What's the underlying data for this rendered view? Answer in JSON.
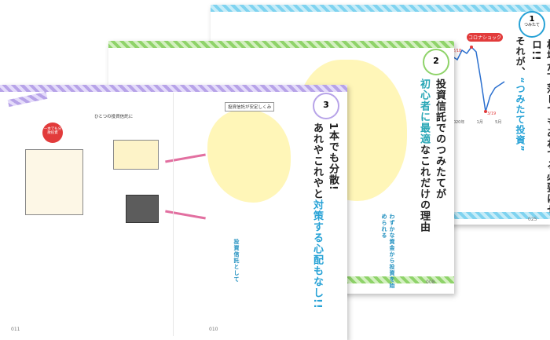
{
  "page1": {
    "number": "1",
    "badge_label": "つみたて",
    "title_line1": "相場が下落してもあわてる必要はゼロ!!",
    "title_line2_prefix": "それが、",
    "title_line2_highlight": "“つみたて投資”",
    "chart_label": "コロナショック",
    "chart_x_labels": [
      "2020年",
      "1月",
      "5月"
    ],
    "price_high": "2/18",
    "price_low": "3/19",
    "page_number": "025"
  },
  "page2": {
    "number": "2",
    "title_line1": "投資信託でのつみたてが",
    "title_line2_prefix": "初心者に",
    "title_line2_highlight": "最適",
    "title_line2_suffix": "なこれだけの理由",
    "sub_heading": "わずかな資金から投資を始められる",
    "page_number": "008"
  },
  "page3": {
    "number": "3",
    "title_line1": "1本でも分散!",
    "title_line2_prefix": "あれやこれやと",
    "title_line2_highlight": "対策する心配もなし!!",
    "section_title": "投資信託として",
    "diagram_heading": "ひとつの投資信託に",
    "badge_text": "一本でも分散投資",
    "sub_heading": "投資信託が安定しくみ",
    "page_number_left": "011",
    "page_number_right": "010"
  },
  "colors": {
    "accent_blue": "#27a2d6",
    "stripe_blue": "#7fd3f0",
    "stripe_green": "#8fd36a",
    "stripe_purple": "#b7a3e8",
    "arrow_pink": "#e26fa0"
  }
}
